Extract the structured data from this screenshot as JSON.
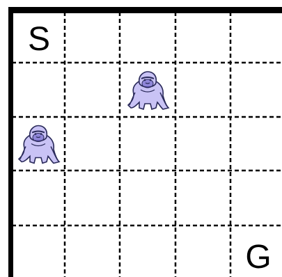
{
  "grid": {
    "rows": 5,
    "cols": 5,
    "line_color": "#000000",
    "border_color": "#000000"
  },
  "start": {
    "label": "S",
    "row": 0,
    "col": 0
  },
  "goal": {
    "label": "G",
    "row": 4,
    "col": 4
  },
  "monsters": [
    {
      "row": 1,
      "col": 2,
      "icon": "gorilla-icon",
      "color": "#c9c3f5"
    },
    {
      "row": 2,
      "col": 0,
      "icon": "gorilla-icon",
      "color": "#c9c3f5"
    }
  ]
}
